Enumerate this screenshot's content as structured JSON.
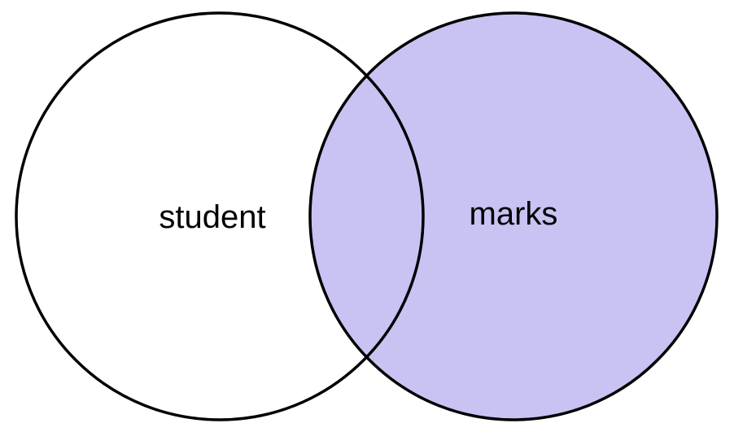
{
  "diagram": {
    "type": "venn",
    "sets": [
      {
        "label": "student",
        "shaded": false
      },
      {
        "label": "marks",
        "shaded": true
      }
    ],
    "colors": {
      "shade": "#c8c3f3",
      "stroke": "#000000",
      "background": "#ffffff"
    }
  }
}
